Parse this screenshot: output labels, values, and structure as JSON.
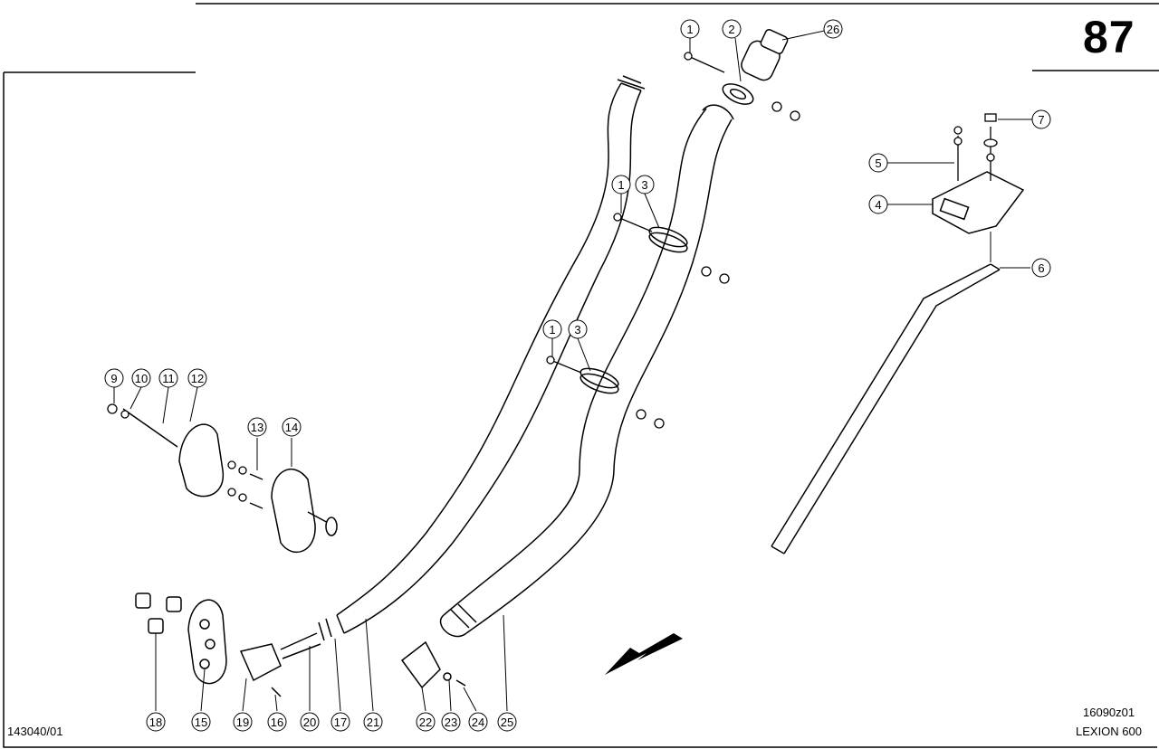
{
  "page": {
    "number": "87"
  },
  "drawing_code": "16090z01",
  "machine_model": "LEXION 600",
  "figure_code": "143040/01",
  "callouts": [
    {
      "id": "1",
      "text": "1"
    },
    {
      "id": "2",
      "text": "2"
    },
    {
      "id": "26",
      "text": "26"
    },
    {
      "id": "1b",
      "text": "1"
    },
    {
      "id": "3",
      "text": "3"
    },
    {
      "id": "1c",
      "text": "1"
    },
    {
      "id": "3b",
      "text": "3"
    },
    {
      "id": "7",
      "text": "7"
    },
    {
      "id": "5",
      "text": "5"
    },
    {
      "id": "4",
      "text": "4"
    },
    {
      "id": "6",
      "text": "6"
    },
    {
      "id": "9",
      "text": "9"
    },
    {
      "id": "10",
      "text": "10"
    },
    {
      "id": "11",
      "text": "11"
    },
    {
      "id": "12",
      "text": "12"
    },
    {
      "id": "13",
      "text": "13"
    },
    {
      "id": "14",
      "text": "14"
    },
    {
      "id": "18",
      "text": "18"
    },
    {
      "id": "15",
      "text": "15"
    },
    {
      "id": "19",
      "text": "19"
    },
    {
      "id": "16",
      "text": "16"
    },
    {
      "id": "20",
      "text": "20"
    },
    {
      "id": "17",
      "text": "17"
    },
    {
      "id": "21",
      "text": "21"
    },
    {
      "id": "22",
      "text": "22"
    },
    {
      "id": "23",
      "text": "23"
    },
    {
      "id": "24",
      "text": "24"
    },
    {
      "id": "25",
      "text": "25"
    }
  ],
  "colors": {
    "ink": "#000000",
    "paper": "#ffffff"
  },
  "icons": {
    "direction": "direction-arrow-icon"
  }
}
